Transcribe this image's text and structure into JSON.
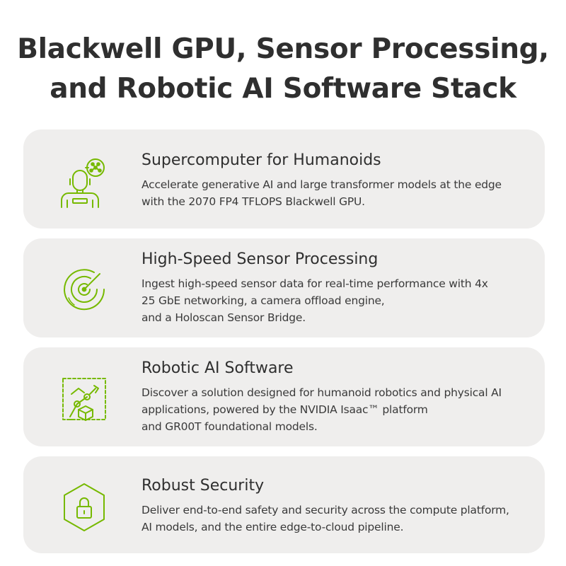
{
  "title": {
    "line1": "Blackwell GPU, Sensor Processing,",
    "line2": "and Robotic AI Software Stack"
  },
  "accent_color": "#76b900",
  "card_color": "#efeeed",
  "cards": [
    {
      "icon": "humanoid-ai-icon",
      "heading": "Supercomputer for Humanoids",
      "lines": [
        "Accelerate generative AI and large transformer models at the edge",
        "with the 2070 FP4 TFLOPS Blackwell GPU."
      ]
    },
    {
      "icon": "radar-sensor-icon",
      "heading": "High-Speed Sensor Processing",
      "lines": [
        "Ingest high-speed sensor data for real-time performance with 4x",
        "25 GbE networking, a camera offload engine,",
        "and a Holoscan Sensor Bridge."
      ]
    },
    {
      "icon": "robotic-arm-icon",
      "heading": "Robotic AI Software",
      "lines": [
        "Discover a solution designed for humanoid robotics and physical AI",
        "applications, powered by the NVIDIA Isaac™ platform",
        "and GR00T foundational models."
      ]
    },
    {
      "icon": "security-lock-icon",
      "heading": "Robust Security",
      "lines": [
        "Deliver end-to-end safety and security across the compute platform,",
        "AI models, and the entire edge-to-cloud pipeline."
      ]
    }
  ]
}
